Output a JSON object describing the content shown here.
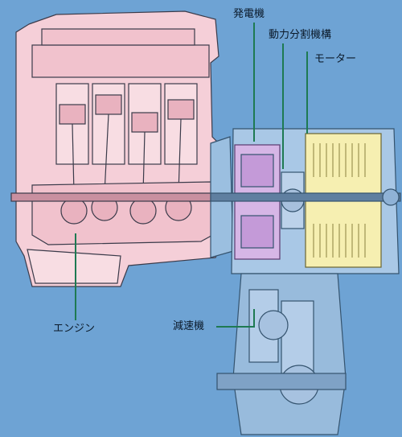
{
  "labels": {
    "generator": "発電機",
    "power_split": "動力分割機構",
    "motor": "モーター",
    "engine": "エンジン",
    "reducer": "減速機"
  },
  "colors": {
    "background": "#6ea3d4",
    "engine_fill": "#f5cfd8",
    "generator_fill": "#d6b6e6",
    "motor_fill": "#f6efb1",
    "leader_line": "#1e7a52",
    "outline": "#3b3b4a"
  }
}
